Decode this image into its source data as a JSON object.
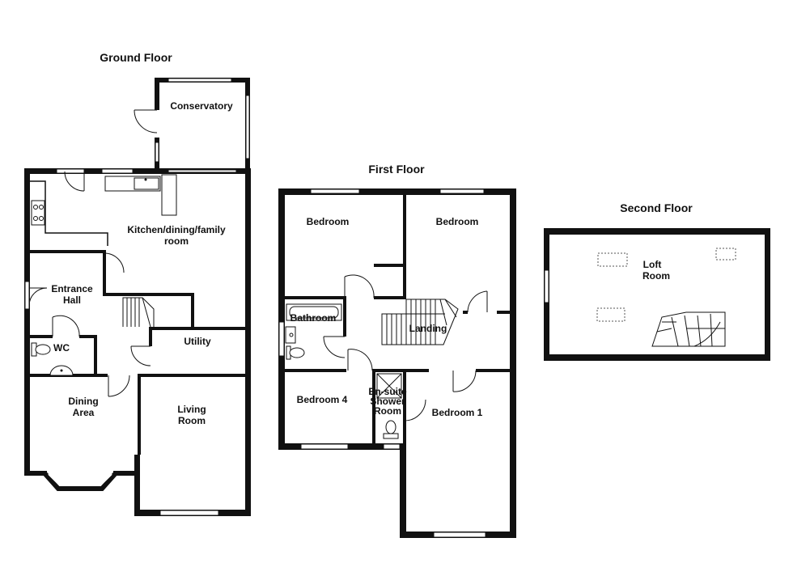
{
  "floors": {
    "ground": {
      "title": "Ground Floor",
      "rooms": {
        "conservatory": "Conservatory",
        "kitchen_line1": "Kitchen/dining/family",
        "kitchen_line2": "room",
        "entrance_line1": "Entrance",
        "entrance_line2": "Hall",
        "utility": "Utility",
        "wc": "WC",
        "dining_line1": "Dining",
        "dining_line2": "Area",
        "living_line1": "Living",
        "living_line2": "Room"
      }
    },
    "first": {
      "title": "First Floor",
      "rooms": {
        "bedroom_left": "Bedroom",
        "bedroom_right": "Bedroom",
        "bathroom": "Bathroom",
        "landing": "Landing",
        "bedroom4": "Bedroom 4",
        "ensuite_line1": "En-suite",
        "ensuite_line2": "Shower",
        "ensuite_line3": "Room",
        "bedroom1": "Bedroom 1"
      }
    },
    "second": {
      "title": "Second Floor",
      "rooms": {
        "loft_line1": "Loft",
        "loft_line2": "Room"
      }
    }
  }
}
